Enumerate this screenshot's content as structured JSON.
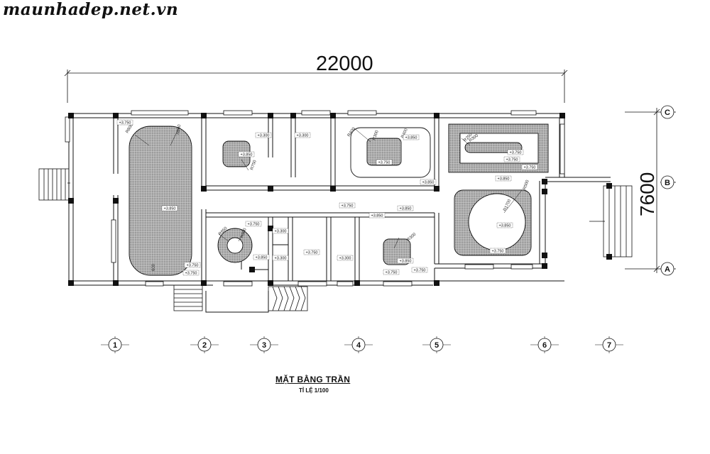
{
  "watermark": "maunhadep.net.vn",
  "dims": {
    "width": "22000",
    "height": "7600"
  },
  "grid_rows": [
    "C",
    "B",
    "A"
  ],
  "grid_cols": [
    "1",
    "2",
    "3",
    "4",
    "5",
    "6",
    "7"
  ],
  "title": "MẶT BẰNG TRẦN",
  "scale": "TỈ LỆ 1/100",
  "levels": [
    "+3.750",
    "+3.850",
    "+3.750",
    "+3.300",
    "+3.300",
    "+3.850",
    "+3.750",
    "+3.850",
    "+3.750",
    "+3.850",
    "+3.850",
    "+3.750",
    "+3.750",
    "+3.750",
    "+3.300",
    "+3.300",
    "+3.750",
    "+3.300",
    "+3.850",
    "+3.750",
    "+3.850",
    "+3.750",
    "+3.850",
    "+3.750",
    "+3.850",
    "+3.750",
    "+3.850",
    "+3.750"
  ],
  "dim_labels": [
    "R800",
    "R800",
    "R650",
    "R350",
    "R750",
    "R400",
    "R300",
    "R400",
    "R300",
    "R300",
    "R500",
    "R1700",
    "R250",
    "600"
  ],
  "colors": {
    "line": "#111111",
    "hatch": "#9a9a9a",
    "hatch_bg": "#d6d6d6"
  }
}
